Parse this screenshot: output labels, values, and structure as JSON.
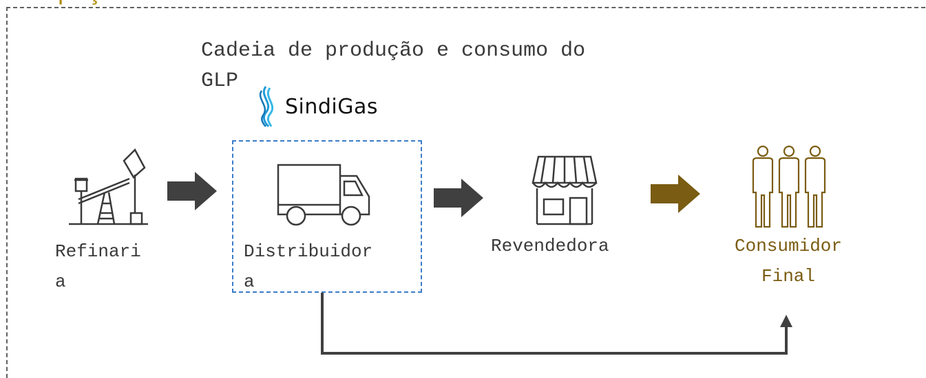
{
  "header": {
    "clipped_title": "Espaço dos consumidores"
  },
  "diagram": {
    "title": "Cadeia de produção e consumo do\nGLP",
    "brand": {
      "name": "SindiGas",
      "icon": "flame-waves-icon"
    },
    "nodes": [
      {
        "id": "refinaria",
        "label": "Refinari\na",
        "icon": "oil-pump-icon"
      },
      {
        "id": "distribuidora",
        "label": "Distribuidor\na",
        "icon": "truck-icon"
      },
      {
        "id": "revendedora",
        "label": "Revendedora",
        "icon": "store-icon"
      },
      {
        "id": "consumidor",
        "label": "Consumidor\nFinal",
        "icon": "people-icon"
      }
    ],
    "colors": {
      "text": "#3a3a3a",
      "accent_gold": "#7a5c12",
      "highlight_box": "#3a7cc7",
      "arrow": "#404040",
      "frame": "#606060"
    }
  }
}
